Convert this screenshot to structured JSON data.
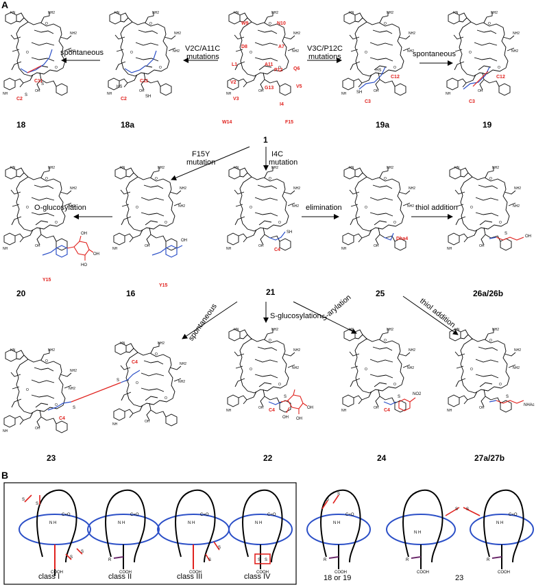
{
  "panel_a": {
    "label": "A",
    "arrows": {
      "spontaneous_left": "spontaneous",
      "v2c_a11c": [
        "V2C/A11C",
        "mutations"
      ],
      "v3c_p12c": [
        "V3C/P12C",
        "mutations"
      ],
      "spontaneous_right": "spontaneous",
      "f15y": [
        "F15Y",
        "mutation"
      ],
      "i4c": [
        "I4C",
        "mutation"
      ],
      "o_glucosylation": "O-glucosylation",
      "elimination": "elimination",
      "thiol_addition_top": "thiol addition",
      "spontaneous_diag": "spontaneous",
      "s_glucosylation": "S-glucosylation",
      "s_arylation": "S-arylation",
      "thiol_addition_diag": "thiol addition"
    },
    "compounds": {
      "c18": "18",
      "c18a": "18a",
      "c1": "1",
      "c19a": "19a",
      "c19": "19",
      "c20": "20",
      "c16": "16",
      "c21": "21",
      "c25": "25",
      "c26": "26a/26b",
      "c23": "23",
      "c22": "22",
      "c24": "24",
      "c27": "27a/27b"
    },
    "residues": {
      "c1": [
        "W9",
        "N10",
        "D8",
        "A7",
        "L1",
        "A11",
        "P12",
        "Q6",
        "V2",
        "G13",
        "V5",
        "V3",
        "I4",
        "W14",
        "F15"
      ],
      "c18": [
        "C11",
        "C2"
      ],
      "c18a": [
        "C11",
        "C2"
      ],
      "c19a": [
        "C12",
        "C3"
      ],
      "c19": [
        "C12",
        "C3"
      ],
      "c16": "Y15",
      "c20": "Y15",
      "c21": "C4",
      "c25": "Dha4",
      "c23": [
        "C4",
        "C4"
      ],
      "c22": "C4",
      "c24": "C4"
    },
    "atom_labels": {
      "nh2": "NH2",
      "nh": "NH",
      "hn": "HN",
      "sh": "SH",
      "hs": "HS",
      "oh": "OH",
      "ho": "HO",
      "s": "S",
      "o": "O",
      "n": "N",
      "no2": "NO2",
      "nhac": "NHAc"
    },
    "colors": {
      "red": "#e0211d",
      "blue": "#2b4fc7",
      "purple": "#6b2a6b"
    }
  },
  "panel_b": {
    "label": "B",
    "classes": [
      "class I",
      "class II",
      "class III",
      "class IV"
    ],
    "extra_labels": [
      "18 or 19",
      "23"
    ],
    "atoms": {
      "s": "S",
      "r": "R",
      "cooh": "COOH",
      "nh": "N\nH",
      "co": "C=O",
      "h": "H",
      "n": "N",
      "c": "C",
      "o": "O"
    }
  }
}
